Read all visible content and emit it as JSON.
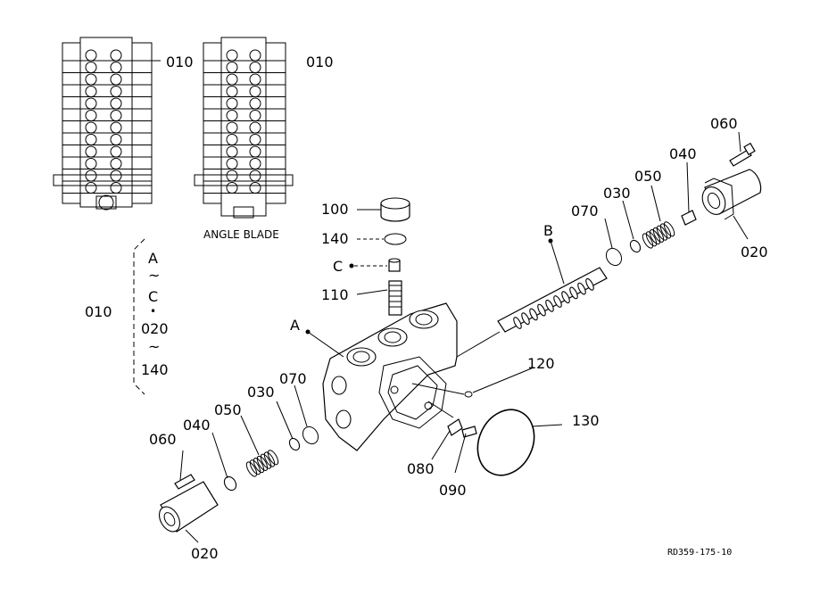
{
  "labels": {
    "top_left_010": "010",
    "top_right_010": "010",
    "angle_blade": "ANGLE BLADE",
    "set_a": "A",
    "set_tilde1": "~",
    "set_c": "C",
    "set_dot": "•",
    "set_020": "020",
    "set_tilde2": "~",
    "set_140": "140",
    "set_010": "010",
    "p100": "100",
    "p140": "140",
    "pC": "C",
    "p110": "110",
    "pA": "A",
    "pB": "B",
    "p060_right": "060",
    "p040_right": "040",
    "p050_right": "050",
    "p030_right": "030",
    "p070_right": "070",
    "p020_right": "020",
    "p120": "120",
    "p130": "130",
    "p080": "080",
    "p090": "090",
    "p060_left": "060",
    "p040_left": "040",
    "p050_left": "050",
    "p030_left": "030",
    "p070_left": "070",
    "p020_left": "020",
    "ref_code": "RD359-175-10"
  }
}
